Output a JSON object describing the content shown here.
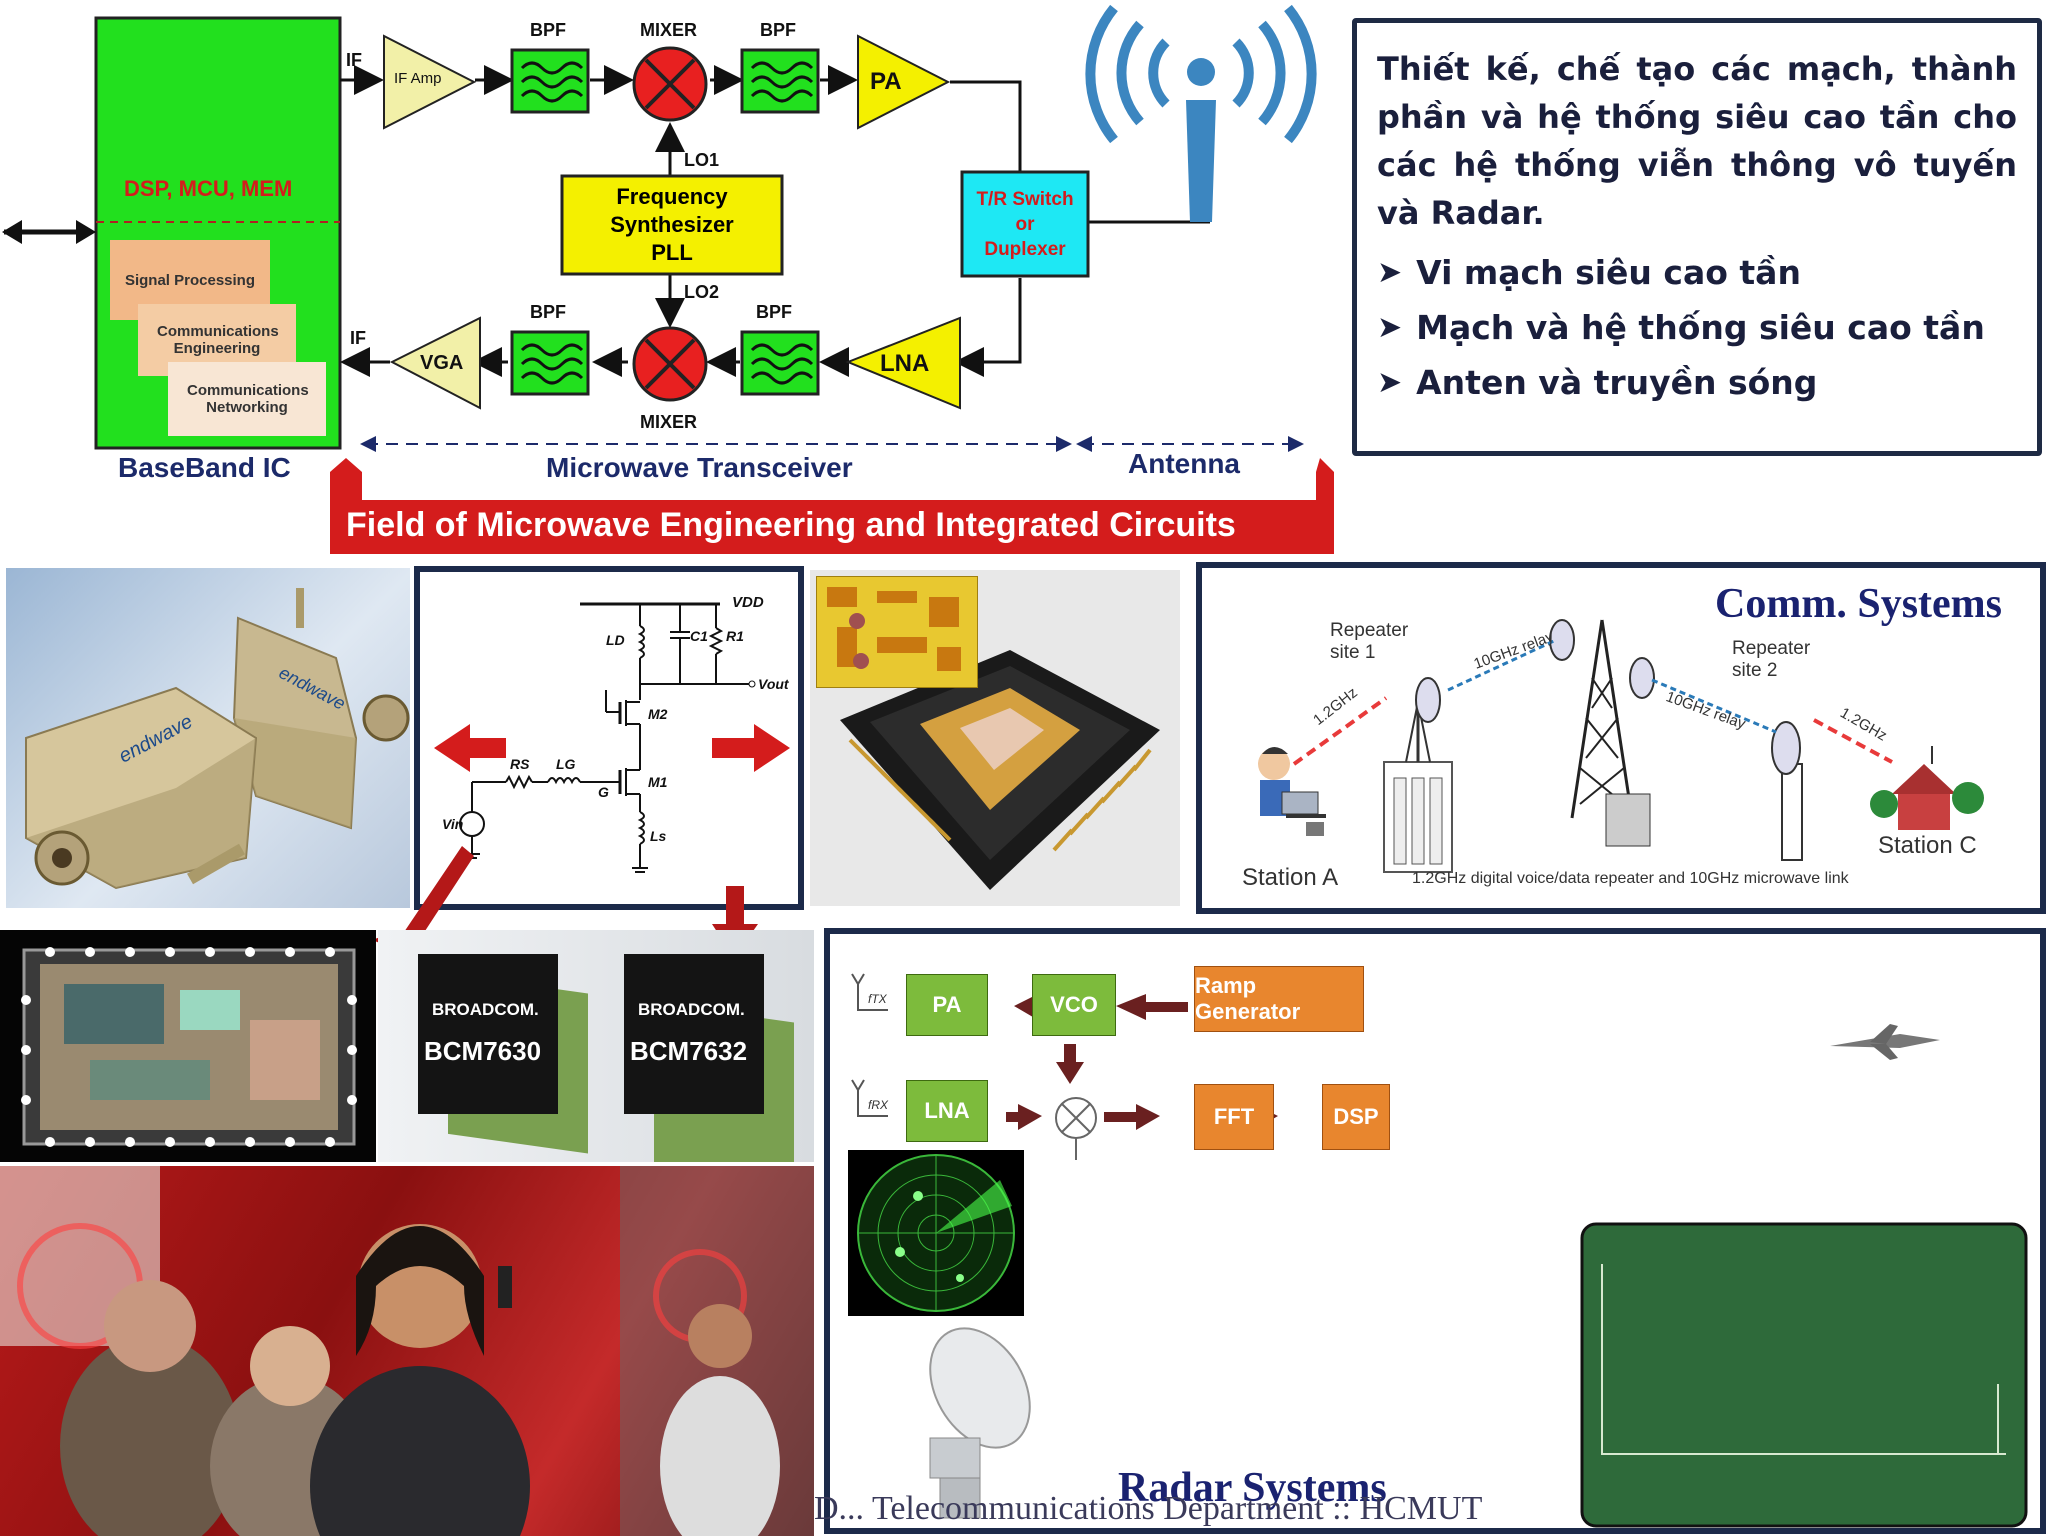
{
  "block_diagram": {
    "baseband_title": "DSP, MCU, MEM",
    "baseband_label": "BaseBand IC",
    "bb_items": [
      "Signal Processing",
      "Communications Engineering",
      "Communications Networking"
    ],
    "if_top": "IF",
    "if_bottom": "IF",
    "if_amp": "IF Amp",
    "bpf": "BPF",
    "mixer": "MIXER",
    "pa": "PA",
    "lna": "LNA",
    "vga": "VGA",
    "lo1": "LO1",
    "lo2": "LO2",
    "synth": "Frequency Synthesizer PLL",
    "tr_switch": [
      "T/R Switch",
      "or",
      "Duplexer"
    ],
    "transceiver_label": "Microwave Transceiver",
    "antenna_label": "Antenna",
    "field_banner": "Field of Microwave Engineering and Integrated Circuits"
  },
  "description": {
    "intro": "Thiết kế, chế tạo các mạch, thành phần và hệ thống siêu cao tần cho các hệ thống viễn thông vô tuyến và Radar.",
    "bullets": [
      "Vi mạch siêu cao tần",
      "Mạch và hệ thống siêu cao tần",
      "Anten và truyền sóng"
    ]
  },
  "amplifier_photo": {
    "brand": "endwave"
  },
  "schematic": {
    "vdd": "VDD",
    "vout": "Vout",
    "ld": "LD",
    "c1": "C1",
    "r1": "R1",
    "m2": "M2",
    "m1": "M1",
    "rs": "RS",
    "lg": "LG",
    "g": "G",
    "vin": "Vin",
    "ls": "Ls"
  },
  "chips": {
    "brand": "BROADCOM.",
    "chip1": "BCM7630",
    "chip2": "BCM7632"
  },
  "comm": {
    "title": "Comm. Systems",
    "repeater1": "Repeater site 1",
    "repeater2": "Repeater site 2",
    "relay": "10GHz relay",
    "freq": "1.2GHz",
    "station_a": "Station A",
    "station_c": "Station C",
    "caption": "1.2GHz digital voice/data repeater and 10GHz microwave link"
  },
  "radar": {
    "title": "Radar Systems",
    "pa": "PA",
    "vco": "VCO",
    "ramp": "Ramp Generator",
    "lna": "LNA",
    "fft": "FFT",
    "dsp": "DSP",
    "ftx": "fTX",
    "frx": "fRX"
  },
  "footer": "D... Telecommunications Department :: HCMUT",
  "colors": {
    "green_block": "#22e01e",
    "yellow": "#f4f000",
    "cyan": "#1ee8f4",
    "red_banner": "#d41c1c",
    "navy": "#1c2a4a",
    "orange": "#e8862e"
  }
}
